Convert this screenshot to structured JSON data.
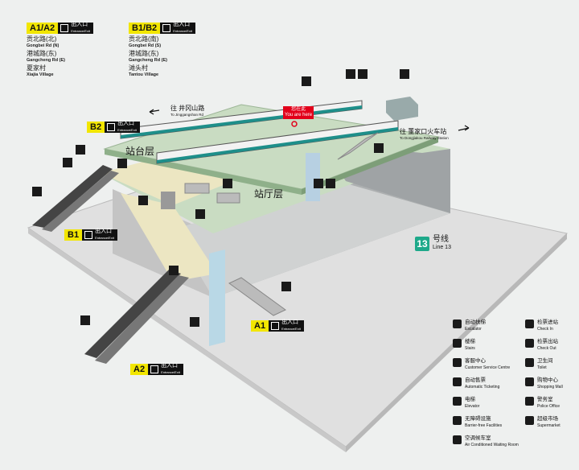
{
  "exits_top": [
    {
      "code": "A1/A2",
      "label_cn": "出入口",
      "label_en": "Entrance/Exit",
      "dest": [
        [
          "贡北路(北)",
          "Gongbei Rd (N)"
        ],
        [
          "港城路(东)",
          "Gangcheng Rd (E)"
        ],
        [
          "夏家村",
          "Xiajia Village"
        ]
      ]
    },
    {
      "code": "B1/B2",
      "label_cn": "出入口",
      "label_en": "Entrance/Exit",
      "dest": [
        [
          "贡北路(南)",
          "Gongbei Rd (S)"
        ],
        [
          "港城路(东)",
          "Gangcheng Rd (E)"
        ],
        [
          "滩头村",
          "Tantou Village"
        ]
      ]
    }
  ],
  "exits_map": {
    "B2": {
      "code": "B2",
      "cn": "出入口",
      "en": "Entrance/Exit"
    },
    "B1": {
      "code": "B1",
      "cn": "出入口",
      "en": "Entrance/Exit"
    },
    "A1": {
      "code": "A1",
      "cn": "出入口",
      "en": "Entrance/Exit"
    },
    "A2": {
      "code": "A2",
      "cn": "出入口",
      "en": "Entrance/Exit"
    }
  },
  "levels": {
    "platform": "站台层",
    "concourse": "站厅层"
  },
  "line": {
    "num": "13",
    "cn": "号线",
    "en": "Line 13",
    "color": "#1ea98a"
  },
  "directions": {
    "left": {
      "cn": "往 井冈山路",
      "en": "To Jinggangshan Rd"
    },
    "right": {
      "cn": "往 董家口火车站",
      "en": "To Dongjiakou Railway Station"
    }
  },
  "you_are_here": {
    "cn": "您在此",
    "en": "You are here"
  },
  "legend": [
    {
      "cn": "自动扶梯",
      "en": "Escalator",
      "icon": "escalator-icon"
    },
    {
      "cn": "检票进站",
      "en": "Check In",
      "icon": "check-in-icon"
    },
    {
      "cn": "楼梯",
      "en": "Stairs",
      "icon": "stairs-icon"
    },
    {
      "cn": "检票出站",
      "en": "Check Out",
      "icon": "check-out-icon"
    },
    {
      "cn": "客服中心",
      "en": "Customer Service Centre",
      "icon": "service-center-icon"
    },
    {
      "cn": "卫生间",
      "en": "Toilet",
      "icon": "toilet-icon"
    },
    {
      "cn": "自动售票",
      "en": "Automatic Ticketing",
      "icon": "ticket-machine-icon"
    },
    {
      "cn": "购物中心",
      "en": "Shopping Mall",
      "icon": "shopping-icon"
    },
    {
      "cn": "电梯",
      "en": "Elevator",
      "icon": "elevator-icon"
    },
    {
      "cn": "警务室",
      "en": "Police Office",
      "icon": "police-icon"
    },
    {
      "cn": "无障碍设施",
      "en": "Barrier-free Facilities",
      "icon": "accessible-icon"
    },
    {
      "cn": "超级市场",
      "en": "Supermarket",
      "icon": "supermarket-icon"
    },
    {
      "cn": "空调候车室",
      "en": "Air Conditioned Waiting Room",
      "icon": "ac-waiting-icon"
    }
  ],
  "colors": {
    "exit_yellow": "#f2e600",
    "platform_green": "#c9dcc2",
    "concourse_beige": "#ece6c2",
    "ground": "#d9d9d9",
    "train_teal": "#1e8f8a"
  }
}
